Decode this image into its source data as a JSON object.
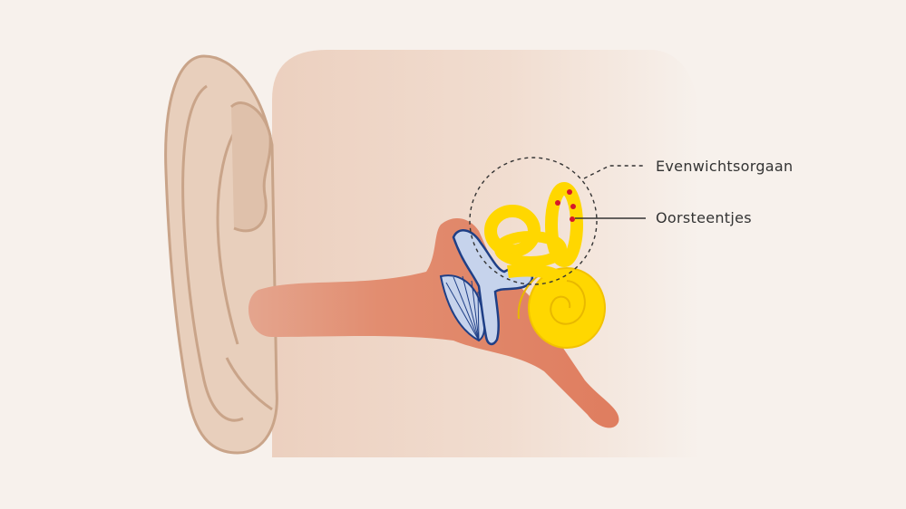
{
  "labels": {
    "balance_organ": "Evenwichtsorgaan",
    "otoliths": "Oorsteentjes"
  },
  "icons": [
    "ear-diagram"
  ],
  "colors": {
    "background": "#f7f1ec",
    "head": "#eed3c4",
    "outer_ear": "#e7cdb9",
    "outer_ear_outline": "#c9a489",
    "ear_canal": "#e0876a",
    "ossicles": "#c6d3ec",
    "ossicle_outline": "#1f3f86",
    "inner_ear": "#ffd700",
    "otolith_dots": "#d6162a",
    "leader_line": "#333333"
  }
}
